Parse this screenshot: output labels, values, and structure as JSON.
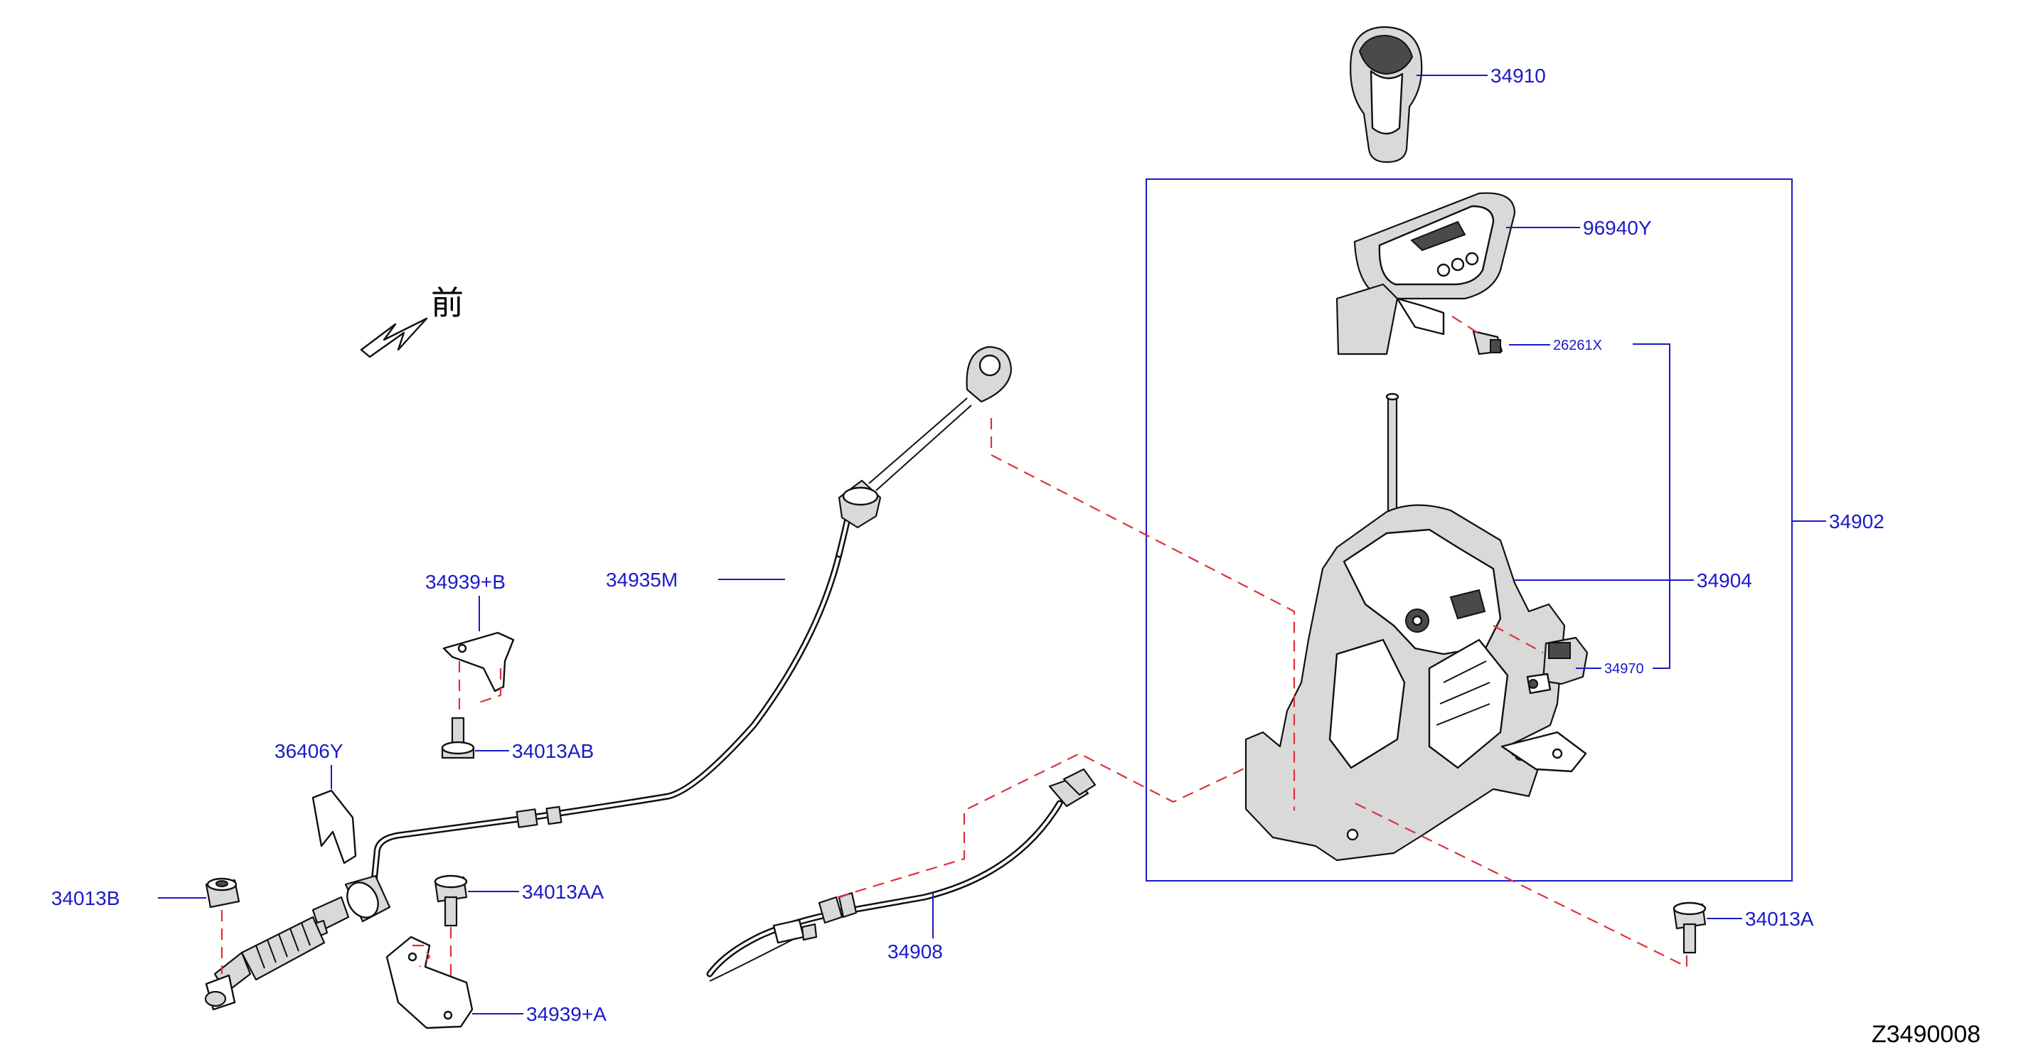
{
  "diagram": {
    "code": "Z3490008",
    "front_mark": "前",
    "assembly_box_label": "34902",
    "parts": {
      "p34910": "34910",
      "p96940Y": "96940Y",
      "p26261X": "26261X",
      "p34902": "34902",
      "p34904": "34904",
      "p34970": "34970",
      "p34935M": "34935M",
      "p34939B": "34939+B",
      "p34013AB": "34013AB",
      "p36406Y": "36406Y",
      "p34013B": "34013B",
      "p34013AA": "34013AA",
      "p34939A": "34939+A",
      "p34908": "34908",
      "p34013A": "34013A"
    }
  }
}
